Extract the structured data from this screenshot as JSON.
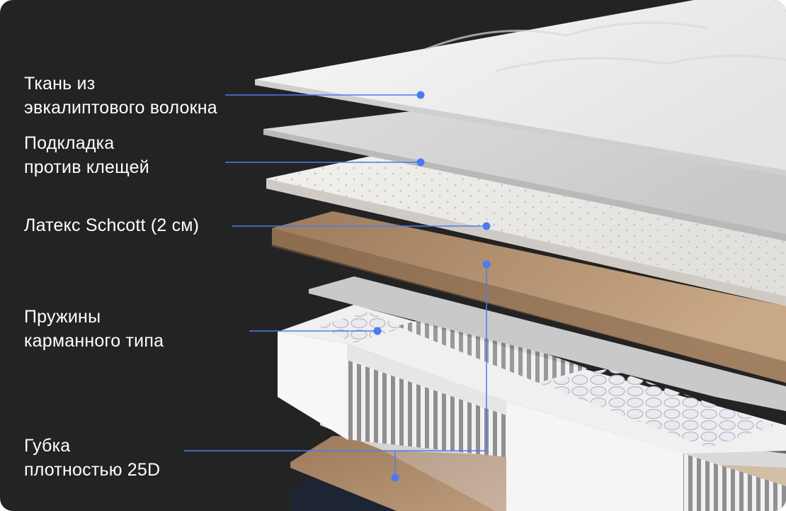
{
  "layers": [
    {
      "id": "fabric",
      "lines": [
        "Ткань из",
        "эвкалиптового волокна"
      ]
    },
    {
      "id": "pad",
      "lines": [
        "Подкладка",
        "против клещей"
      ]
    },
    {
      "id": "latex",
      "lines": [
        "Латекс Schcott (2 см)"
      ]
    },
    {
      "id": "springs",
      "lines": [
        "Пружины",
        "карманного типа"
      ]
    },
    {
      "id": "foam",
      "lines": [
        "Губка",
        "плотностью 25D"
      ]
    }
  ],
  "colors": {
    "background": "#232323",
    "leader": "#4a7cf0",
    "fabric": "#eeeeee",
    "felt": "#b9946f",
    "foam": "#f4f4f4"
  }
}
